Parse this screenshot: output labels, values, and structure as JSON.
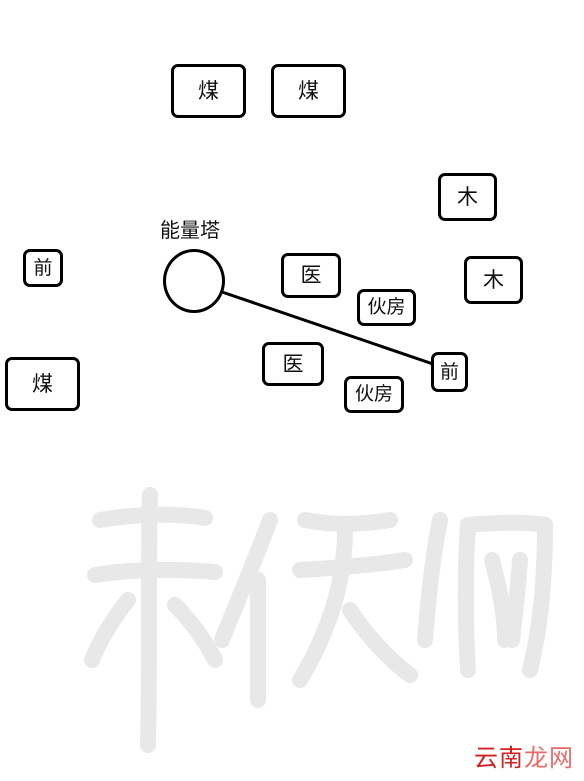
{
  "power_tower": {
    "label": "能量塔"
  },
  "boxes": {
    "coal_1": "煤",
    "coal_2": "煤",
    "coal_3": "煤",
    "wood_1": "木",
    "wood_2": "木",
    "front_1": "前",
    "front_2": "前",
    "medic_1": "医",
    "medic_2": "医",
    "kitchen_1": "伙房",
    "kitchen_2": "伙房"
  },
  "watermark": {
    "logo_text": "游侠网",
    "site_text_a": "云南",
    "site_text_b": "龙网"
  },
  "colors": {
    "stroke": "#000000",
    "watermark_gray": "#e6e6e6",
    "site_red": "#d21f1f"
  }
}
